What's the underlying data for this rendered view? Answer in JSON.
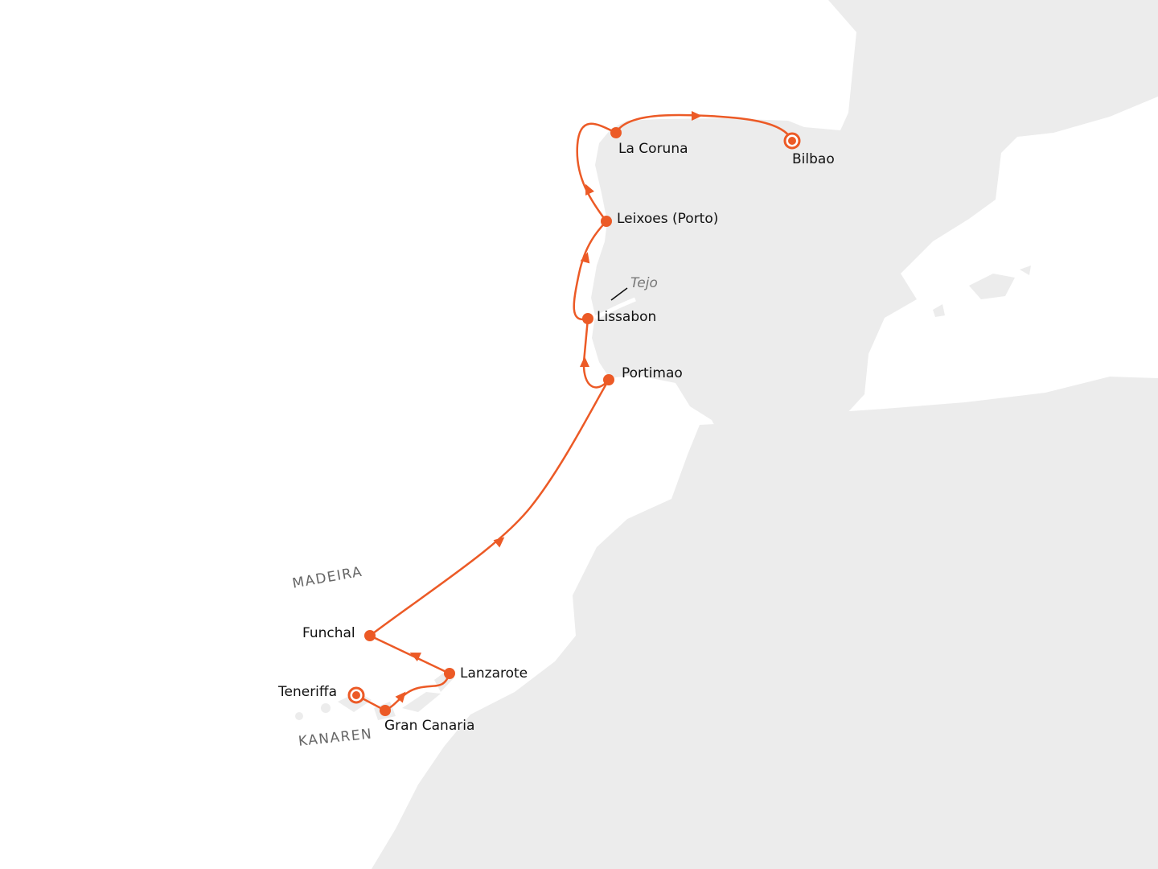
{
  "colors": {
    "land": "#ececec",
    "sea": "#ffffff",
    "route": "#ec5a26",
    "text": "#111111",
    "region_text": "#666666"
  },
  "ports": [
    {
      "name": "Teneriffa",
      "type": "start"
    },
    {
      "name": "Gran Canaria",
      "type": "stop"
    },
    {
      "name": "Lanzarote",
      "type": "stop"
    },
    {
      "name": "Funchal",
      "type": "stop"
    },
    {
      "name": "Portimao",
      "type": "stop"
    },
    {
      "name": "Lissabon",
      "type": "stop"
    },
    {
      "name": "Leixoes (Porto)",
      "type": "stop"
    },
    {
      "name": "La Coruna",
      "type": "stop"
    },
    {
      "name": "Bilbao",
      "type": "end"
    }
  ],
  "regions": {
    "madeira": "MADEIRA",
    "kanaren": "KANAREN"
  },
  "rivers": {
    "tejo": "Tejo"
  }
}
